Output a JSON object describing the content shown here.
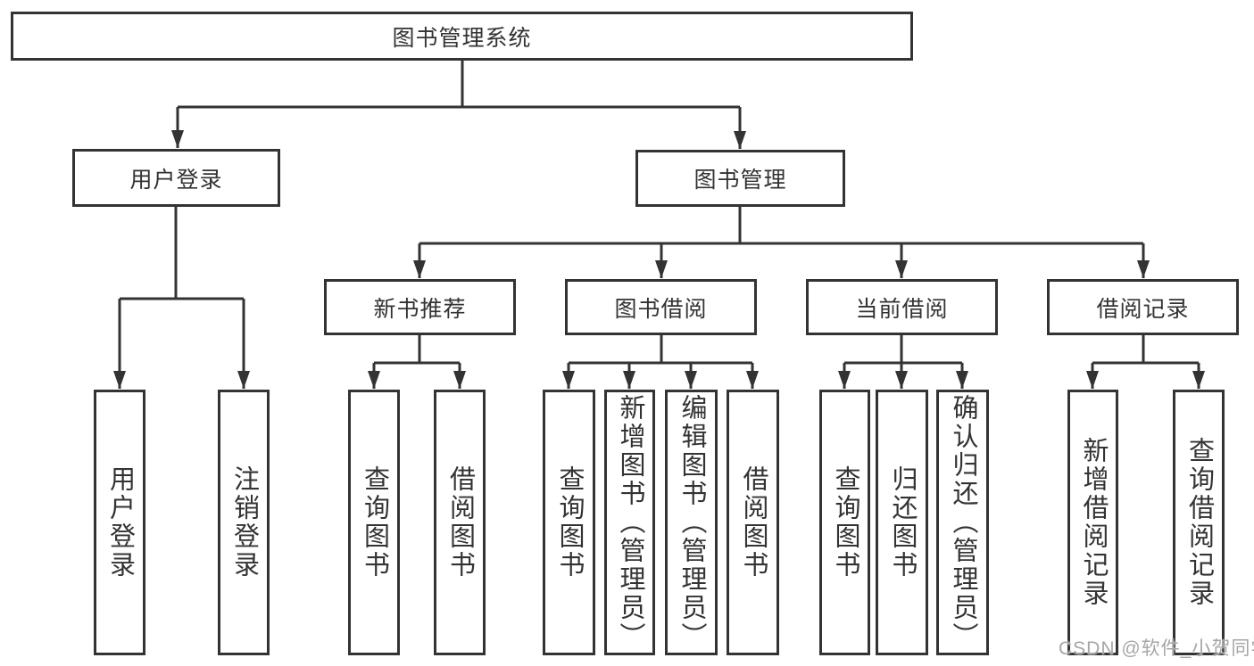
{
  "tree": {
    "label": "图书管理系统",
    "children": [
      {
        "label": "用户登录",
        "children": [
          {
            "label": "用户登录"
          },
          {
            "label": "注销登录"
          }
        ]
      },
      {
        "label": "图书管理",
        "children": [
          {
            "label": "新书推荐",
            "children": [
              {
                "label": "查询图书"
              },
              {
                "label": "借阅图书"
              }
            ]
          },
          {
            "label": "图书借阅",
            "children": [
              {
                "label": "查询图书"
              },
              {
                "label": "新增图书（管理员）"
              },
              {
                "label": "编辑图书（管理员）"
              },
              {
                "label": "借阅图书"
              }
            ]
          },
          {
            "label": "当前借阅",
            "children": [
              {
                "label": "查询图书"
              },
              {
                "label": "归还图书"
              },
              {
                "label": "确认归还（管理员）"
              }
            ]
          },
          {
            "label": "借阅记录",
            "children": [
              {
                "label": "新增借阅记录"
              },
              {
                "label": "查询借阅记录"
              }
            ]
          }
        ]
      }
    ]
  },
  "watermark": {
    "text": "CSDN @软件_小贺同学"
  },
  "colors": {
    "line": "#333333",
    "text": "#333333",
    "node_fill": "#ffffff",
    "watermark": "#a6a6a6",
    "background": "#ffffff"
  }
}
